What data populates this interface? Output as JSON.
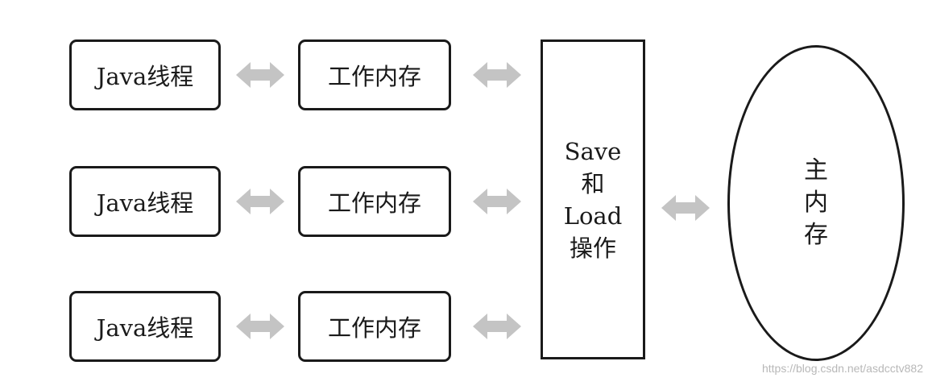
{
  "threads": [
    {
      "label": "Java线程"
    },
    {
      "label": "Java线程"
    },
    {
      "label": "Java线程"
    }
  ],
  "working_memories": [
    {
      "label": "工作内存"
    },
    {
      "label": "工作内存"
    },
    {
      "label": "工作内存"
    }
  ],
  "save_load": {
    "line1": "Save",
    "line2": "和",
    "line3": "Load",
    "line4": "操作"
  },
  "main_memory": {
    "line1": "主",
    "line2": "内",
    "line3": "存"
  },
  "arrow_color": "#c4c4c4",
  "border_color": "#1a1a1a",
  "watermark": "https://blog.csdn.net/asdcctv882"
}
